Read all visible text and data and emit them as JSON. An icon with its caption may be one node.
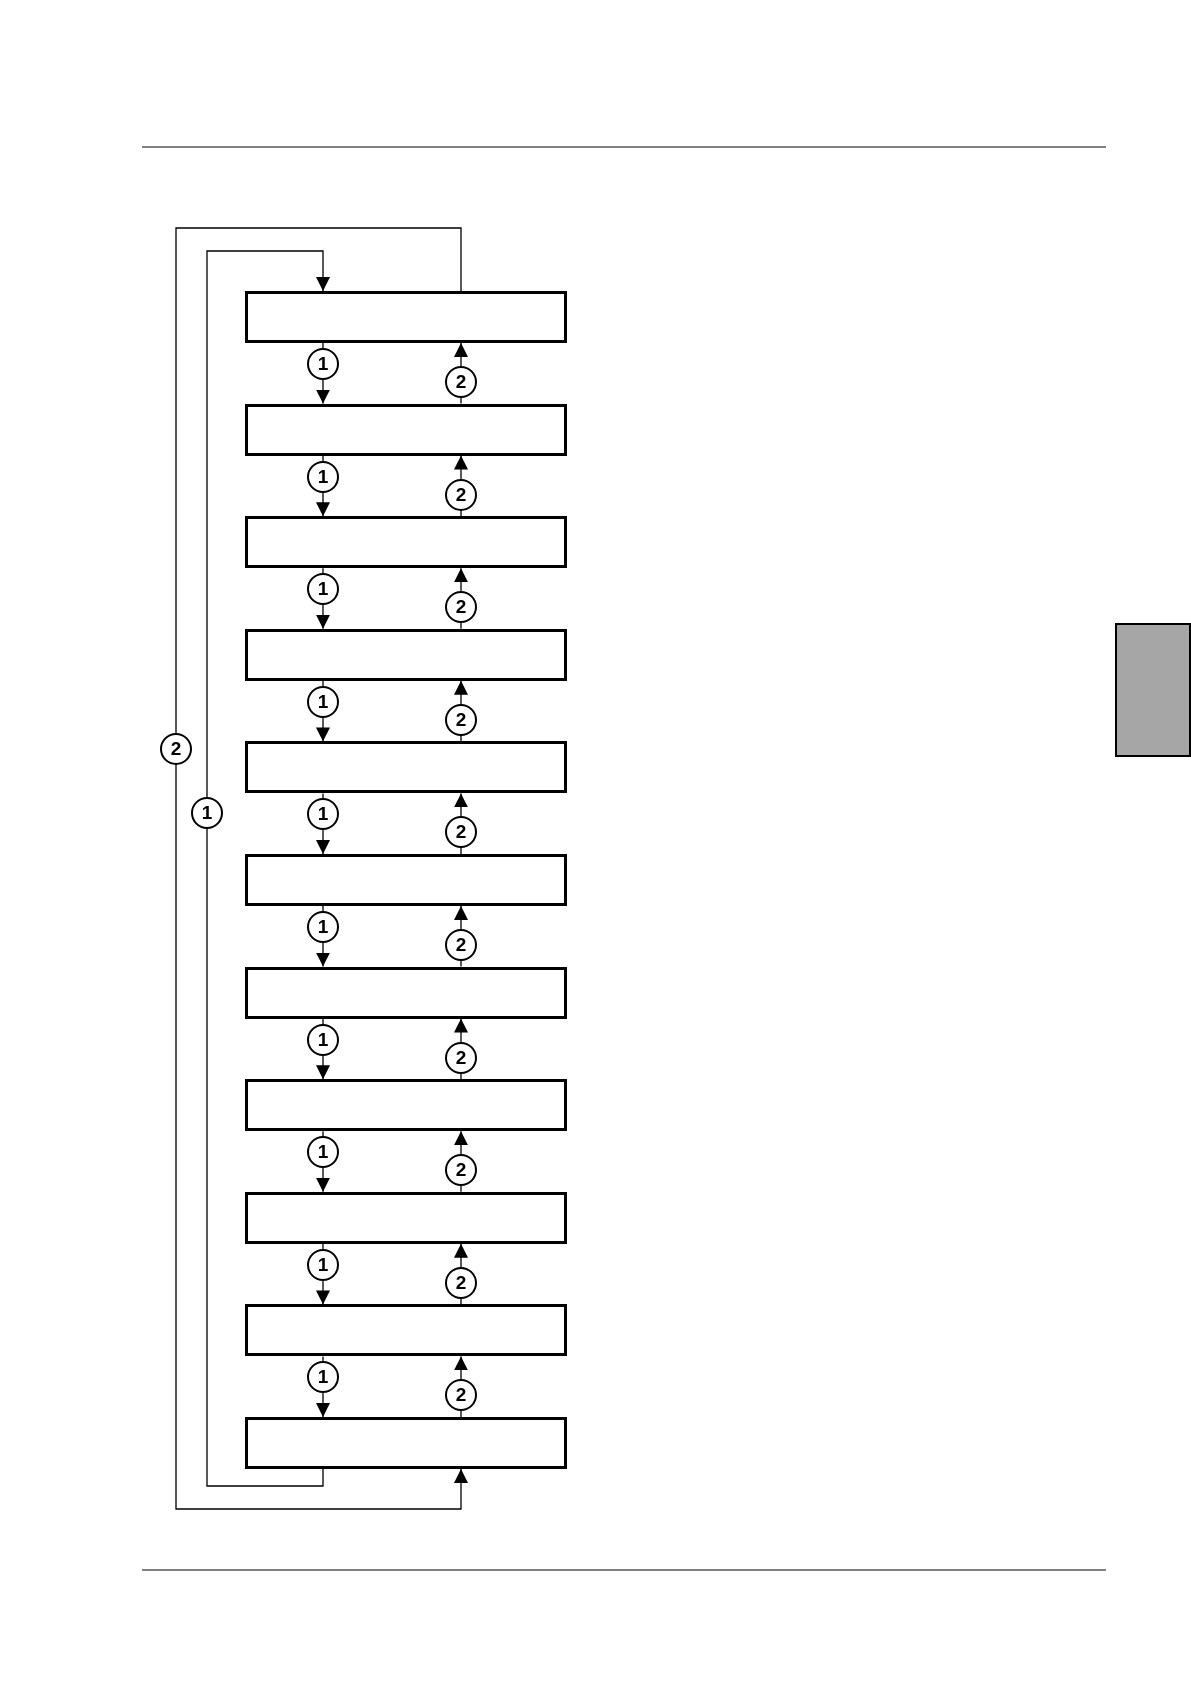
{
  "diagram": {
    "nodes": [
      {
        "text": [],
        "shape": "box"
      },
      {
        "text": [],
        "shape": "box"
      },
      {
        "text": [],
        "shape": "box"
      },
      {
        "text": [],
        "shape": "box"
      },
      {
        "text": [],
        "shape": "box"
      },
      {
        "text": [],
        "shape": "box"
      },
      {
        "text": [],
        "shape": "box"
      },
      {
        "text": [],
        "shape": "box"
      },
      {
        "text": [],
        "shape": "box"
      },
      {
        "text": [],
        "shape": "box"
      },
      {
        "text": [],
        "shape": "box"
      },
      {
        "text": [],
        "shape": "bar"
      }
    ],
    "edges": [
      {
        "from": 0,
        "to": 1,
        "arrow": "to",
        "label": "1"
      },
      {
        "from": 1,
        "to": 2,
        "arrow": "to",
        "label": "1"
      },
      {
        "from": 2,
        "to": 3,
        "arrow": "to",
        "label": "1"
      },
      {
        "from": 3,
        "to": 4,
        "arrow": "to",
        "label": "1"
      },
      {
        "from": 4,
        "to": 5,
        "arrow": "to",
        "label": "1"
      },
      {
        "from": 5,
        "to": 6,
        "arrow": "to",
        "label": "1"
      },
      {
        "from": 6,
        "to": 7,
        "arrow": "to",
        "label": "1"
      },
      {
        "from": 7,
        "to": 8,
        "arrow": "to",
        "label": "1"
      },
      {
        "from": 8,
        "to": 9,
        "arrow": "to",
        "label": "1"
      },
      {
        "from": 9,
        "to": 10,
        "arrow": "to",
        "label": "1"
      },
      {
        "from": 1,
        "to": 0,
        "arrow": "to",
        "label": "2"
      },
      {
        "from": 2,
        "to": 1,
        "arrow": "to",
        "label": "2"
      },
      {
        "from": 3,
        "to": 2,
        "arrow": "to",
        "label": "2"
      },
      {
        "from": 4,
        "to": 3,
        "arrow": "to",
        "label": "2"
      },
      {
        "from": 5,
        "to": 4,
        "arrow": "to",
        "label": "2"
      },
      {
        "from": 6,
        "to": 5,
        "arrow": "to",
        "label": "2"
      },
      {
        "from": 7,
        "to": 6,
        "arrow": "to",
        "label": "2"
      },
      {
        "from": 8,
        "to": 7,
        "arrow": "to",
        "label": "2"
      },
      {
        "from": 9,
        "to": 8,
        "arrow": "to",
        "label": "2"
      },
      {
        "from": 10,
        "to": 9,
        "arrow": "to",
        "label": "2"
      },
      {
        "from": 10,
        "to": 0,
        "arrow": "to",
        "label": "1"
      },
      {
        "from": 0,
        "to": 10,
        "arrow": "to",
        "label": "2"
      }
    ]
  }
}
